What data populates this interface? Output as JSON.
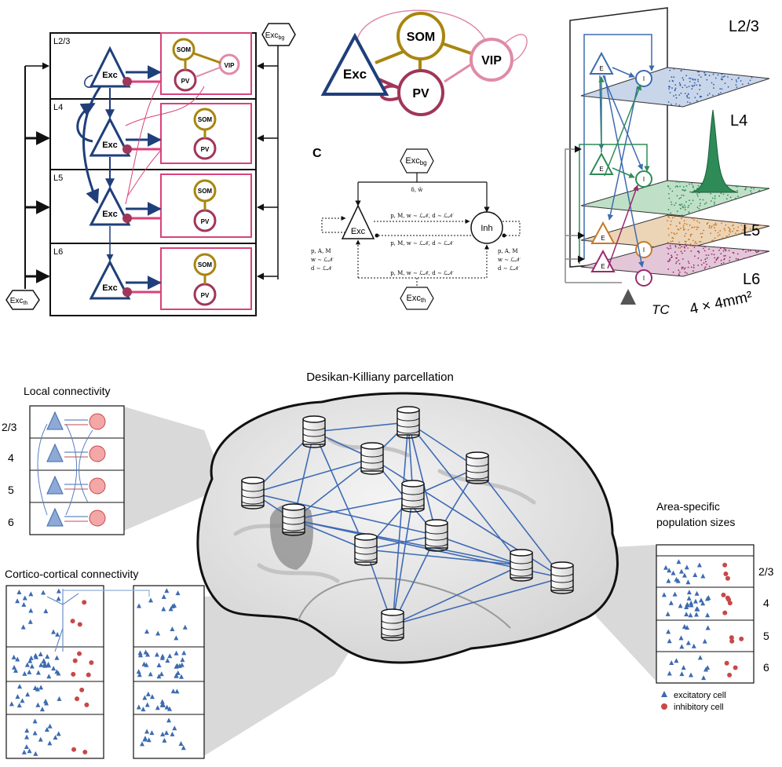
{
  "panel_a": {
    "layers": [
      "L2/3",
      "L4",
      "L5",
      "L6"
    ],
    "exc_label": "Exc",
    "som_label": "SOM",
    "pv_label": "PV",
    "vip_label": "VIP",
    "exc_bg": "Exc",
    "exc_bg_sub": "bg",
    "exc_th": "Exc",
    "exc_th_sub": "th"
  },
  "panel_b": {
    "exc": "Exc",
    "som": "SOM",
    "pv": "PV",
    "vip": "VIP"
  },
  "panel_c": {
    "letter": "C",
    "exc": "Exc",
    "inh": "Inh",
    "bg": "Exc",
    "bg_sub": "bg",
    "th": "Exc",
    "th_sub": "th",
    "top_param": "δ, w̄",
    "ei_param": "p, M, w ∼ ℒ𝒩, d ∼ ℒ𝒩",
    "ie_param": "p, M, w ∼ ℒ𝒩, d ∼ ℒ𝒩",
    "bottom_param": "p, M, w ∼ ℒ𝒩, d ∼ ℒ𝒩",
    "left_params": [
      "p, A, M",
      "w ∼ ℒ𝒩",
      "d ∼ ℒ𝒩"
    ],
    "right_params": [
      "p, A, M",
      "w ∼ ℒ𝒩",
      "d ∼ ℒ𝒩"
    ]
  },
  "panel_d": {
    "layers": [
      "L2/3",
      "L4",
      "L5",
      "L6"
    ],
    "e_label": "E",
    "i_label": "I",
    "tc": "TC",
    "area": "4 × 4mm²"
  },
  "bottom": {
    "parcellation_title": "Desikan-Killiany parcellation",
    "local_title": "Local connectivity",
    "local_layers": [
      "2/3",
      "4",
      "5",
      "6"
    ],
    "cortico_title": "Cortico-cortical connectivity",
    "area_title_line1": "Area-specific",
    "area_title_line2": "population sizes",
    "area_layers": [
      "2/3",
      "4",
      "5",
      "6"
    ],
    "legend_exc": "excitatory cell",
    "legend_inh": "inhibitory cell"
  },
  "colors": {
    "exc": "#1f3f7a",
    "som": "#a8860f",
    "pv": "#a03659",
    "vip": "#e08aa8",
    "frame": "#d9427a",
    "l23": "#3d6bb0",
    "l4": "#2e8b57",
    "l5": "#c77a28",
    "l6": "#9a2a6e"
  }
}
